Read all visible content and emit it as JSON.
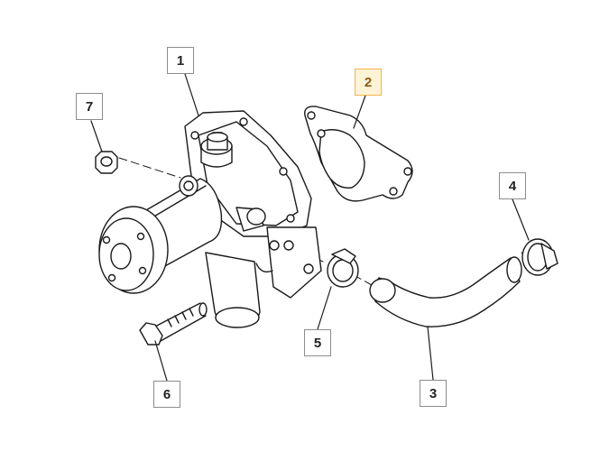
{
  "callouts": {
    "c1": "1",
    "c2": "2",
    "c3": "3",
    "c4": "4",
    "c5": "5",
    "c6": "6",
    "c7": "7"
  },
  "selected_callout": "2",
  "colors": {
    "line": "#1a1a1a",
    "callout_border": "#8c8c8c",
    "selected_fill": "#fff3d6",
    "selected_border": "#f1b44c"
  }
}
